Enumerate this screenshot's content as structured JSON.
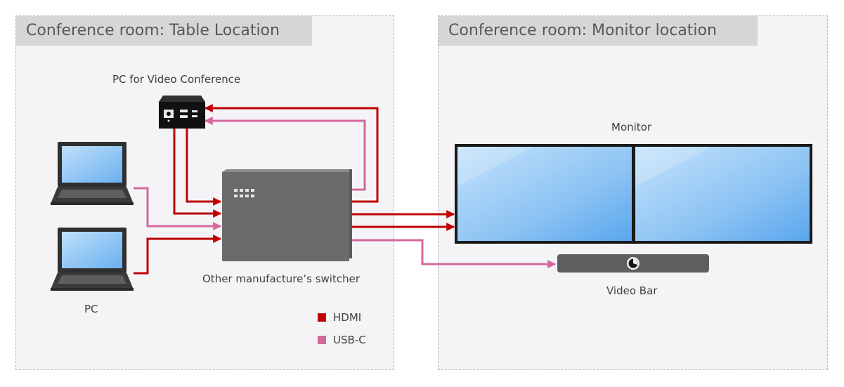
{
  "zones": {
    "table": {
      "title": "Conference room: Table Location"
    },
    "monitor": {
      "title": "Conference room: Monitor location"
    }
  },
  "devices": {
    "video_pc": "PC for Video Conference",
    "pc": "PC",
    "switcher": "Other manufacture’s switcher",
    "monitor": "Monitor",
    "video_bar": "Video Bar"
  },
  "legend": {
    "hdmi": {
      "label": "HDMI",
      "color": "#c00000"
    },
    "usbc": {
      "label": "USB-C",
      "color": "#d4679c"
    }
  }
}
